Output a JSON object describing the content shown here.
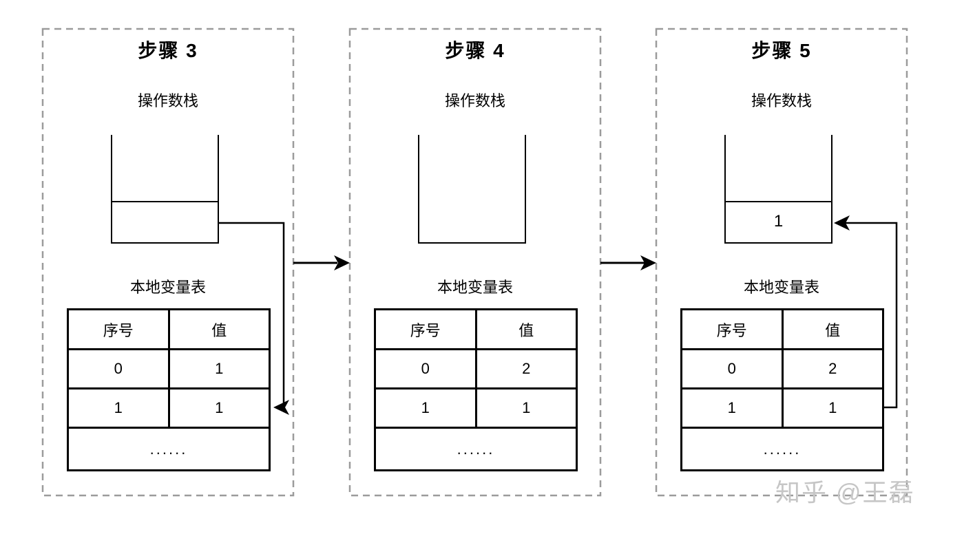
{
  "watermark": "知乎 @王磊",
  "panels": [
    {
      "title": "步骤 3",
      "stack_label": "操作数栈",
      "table_label": "本地变量表",
      "stack": {
        "value": ""
      },
      "table": {
        "headers": [
          "序号",
          "值"
        ],
        "rows": [
          [
            "0",
            "1"
          ],
          [
            "1",
            "1"
          ]
        ],
        "ellipsis": "......"
      }
    },
    {
      "title": "步骤 4",
      "stack_label": "操作数栈",
      "table_label": "本地变量表",
      "stack": {
        "value": null
      },
      "table": {
        "headers": [
          "序号",
          "值"
        ],
        "rows": [
          [
            "0",
            "2"
          ],
          [
            "1",
            "1"
          ]
        ],
        "ellipsis": "......"
      }
    },
    {
      "title": "步骤 5",
      "stack_label": "操作数栈",
      "table_label": "本地变量表",
      "stack": {
        "value": "1"
      },
      "table": {
        "headers": [
          "序号",
          "值"
        ],
        "rows": [
          [
            "0",
            "2"
          ],
          [
            "1",
            "1"
          ]
        ],
        "ellipsis": "......"
      }
    }
  ]
}
